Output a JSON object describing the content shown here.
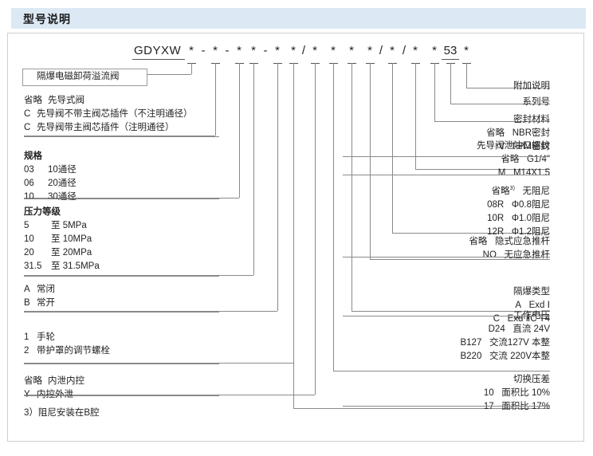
{
  "header": {
    "title": "型号说明"
  },
  "code": {
    "prefix": "GDYXW",
    "glyphs": [
      "*",
      "-",
      "*",
      "-",
      "*",
      "*",
      "-",
      "*",
      "*",
      "/",
      "*",
      "*",
      "*",
      "*",
      "/",
      "*",
      "/",
      "*",
      "*",
      "53",
      "*"
    ]
  },
  "left_groups": [
    {
      "name": "product-name",
      "lines": [
        {
          "code": "",
          "desc": "隔爆电磁卸荷溢流阀"
        }
      ]
    },
    {
      "name": "pilot-type",
      "lines": [
        {
          "code": "省略",
          "desc": "先导式阀"
        },
        {
          "code": "C",
          "desc": "先导阀不带主阀芯插件（不注明通径）"
        },
        {
          "code": "C",
          "desc": "先导阀带主阀芯插件（注明通径）"
        }
      ]
    },
    {
      "name": "specification",
      "title": "规格",
      "lines": [
        {
          "code": "03",
          "desc": "10通径"
        },
        {
          "code": "06",
          "desc": "20通径"
        },
        {
          "code": "10",
          "desc": "30通径"
        }
      ]
    },
    {
      "name": "pressure-rating",
      "title": "压力等级",
      "lines": [
        {
          "code": "5",
          "desc": "至  5MPa"
        },
        {
          "code": "10",
          "desc": "至 10MPa"
        },
        {
          "code": "20",
          "desc": "至 20MPa"
        },
        {
          "code": "31.5",
          "desc": "至 31.5MPa"
        }
      ]
    },
    {
      "name": "valve-function",
      "lines": [
        {
          "code": "A",
          "desc": "常闭"
        },
        {
          "code": "B",
          "desc": "常开"
        }
      ]
    },
    {
      "name": "adjustment-type",
      "lines": [
        {
          "code": "1",
          "desc": "手轮"
        },
        {
          "code": "2",
          "desc": "带护罩的调节螺栓"
        }
      ]
    },
    {
      "name": "drain-control",
      "lines": [
        {
          "code": "省略",
          "desc": "内泄内控"
        },
        {
          "code": "Y",
          "desc": "内控外泄"
        }
      ]
    }
  ],
  "right_groups": [
    {
      "name": "additional-notes",
      "title": "附加说明",
      "lines": []
    },
    {
      "name": "series-number",
      "title": "系列号",
      "lines": []
    },
    {
      "name": "seal-material",
      "title": "密封材料",
      "lines": [
        {
          "code": "省略",
          "desc": "NBR密封"
        },
        {
          "code": "V",
          "desc": "FPM密封"
        }
      ]
    },
    {
      "name": "pilot-drain-thread",
      "title": "先导阀泄油口螺纹",
      "lines": [
        {
          "code": "省略",
          "desc": "G1/4\""
        },
        {
          "code": "M",
          "desc": "M14X1.5"
        }
      ]
    },
    {
      "name": "damping-orifice",
      "title": "",
      "lines": [
        {
          "code": "省略",
          "sup": "3)",
          "desc": "无阻尼"
        },
        {
          "code": "08R",
          "desc": "Φ0.8阻尼"
        },
        {
          "code": "10R",
          "desc": "Φ1.0阻尼"
        },
        {
          "code": "12R",
          "desc": "Φ1.2阻尼"
        }
      ]
    },
    {
      "name": "emergency-push-rod",
      "title": "",
      "lines": [
        {
          "code": "省略",
          "desc": "隐式应急推杆"
        },
        {
          "code": "NO",
          "desc": "无应急推杆"
        }
      ]
    },
    {
      "name": "explosion-proof-type",
      "title": "隔爆类型",
      "lines": [
        {
          "code": "A",
          "desc": "Exd Ⅰ"
        },
        {
          "code": "C",
          "desc": "Exd ⅡC T4"
        }
      ]
    },
    {
      "name": "working-voltage",
      "title": "工作电压",
      "lines": [
        {
          "code": "D24",
          "desc": "直流 24V"
        },
        {
          "code": "B127",
          "desc": "交流127V 本整"
        },
        {
          "code": "B220",
          "desc": "交流 220V本整"
        }
      ]
    },
    {
      "name": "switching-pressure-differential",
      "title": "切换压差",
      "lines": [
        {
          "code": "10",
          "desc": "面积比  10%"
        },
        {
          "code": "17",
          "desc": "面积比  17%"
        }
      ]
    }
  ],
  "footnote": "3）阻尼安装在B腔"
}
